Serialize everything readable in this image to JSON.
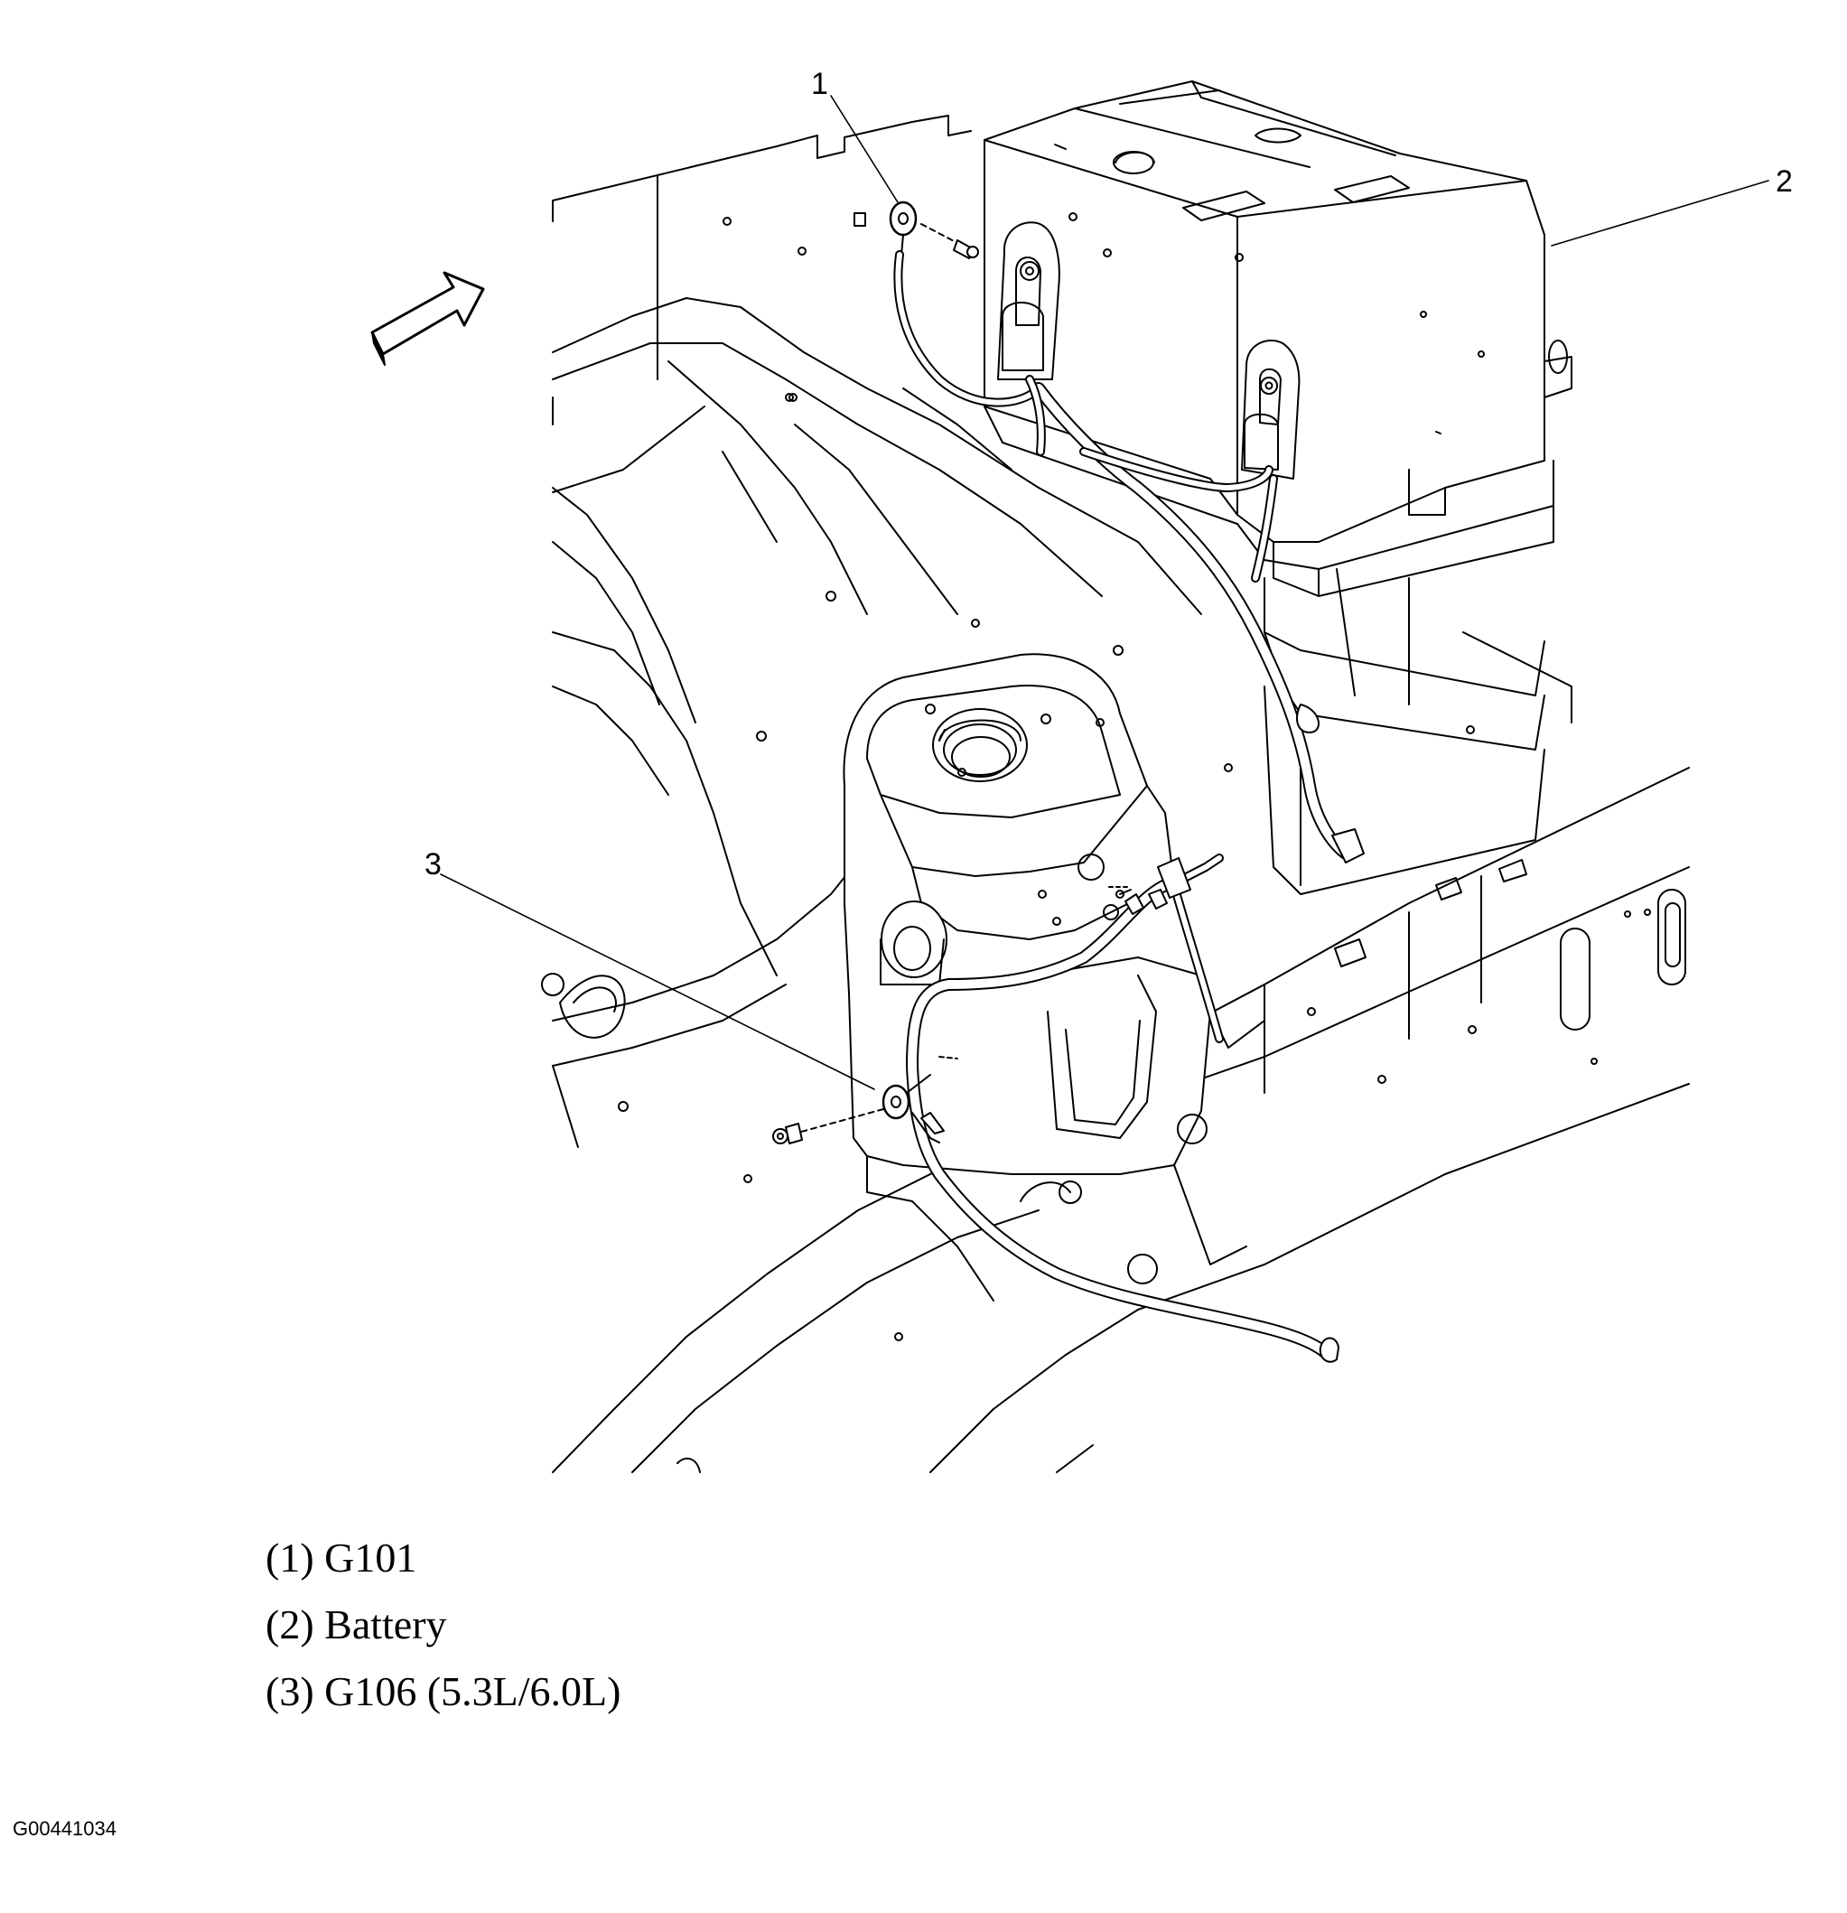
{
  "callouts": [
    {
      "number": "1"
    },
    {
      "number": "2"
    },
    {
      "number": "3"
    }
  ],
  "legend": [
    {
      "number": "(1)",
      "text": "G101"
    },
    {
      "number": "(2)",
      "text": "Battery"
    },
    {
      "number": "(3)",
      "text": "G106 (5.3L/6.0L)"
    }
  ],
  "figure_id": "G00441034",
  "colors": {
    "line": "#000000",
    "background": "#ffffff"
  }
}
